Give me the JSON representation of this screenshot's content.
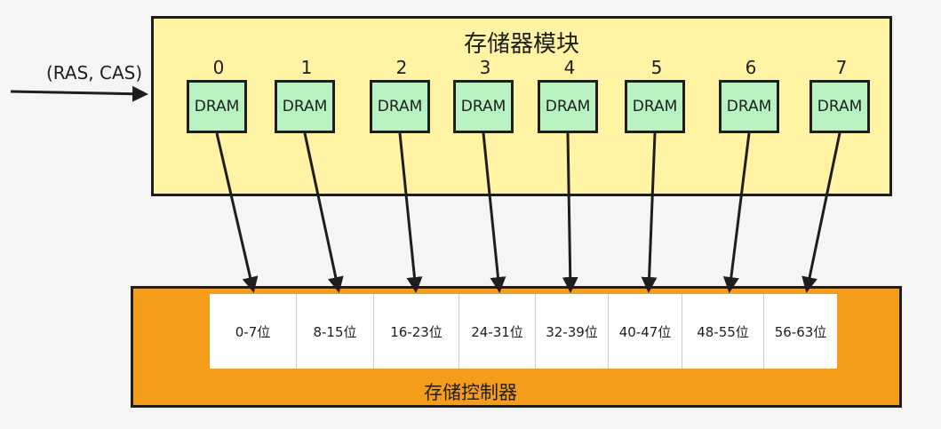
{
  "module": {
    "title": "存储器模块",
    "chips": [
      {
        "index": "0",
        "label": "DRAM"
      },
      {
        "index": "1",
        "label": "DRAM"
      },
      {
        "index": "2",
        "label": "DRAM"
      },
      {
        "index": "3",
        "label": "DRAM"
      },
      {
        "index": "4",
        "label": "DRAM"
      },
      {
        "index": "5",
        "label": "DRAM"
      },
      {
        "index": "6",
        "label": "DRAM"
      },
      {
        "index": "7",
        "label": "DRAM"
      }
    ]
  },
  "input_label": "(RAS, CAS)",
  "controller": {
    "label": "存储控制器",
    "bit_cells": [
      "0-7位",
      "8-15位",
      "16-23位",
      "24-31位",
      "32-39位",
      "40-47位",
      "48-55位",
      "56-63位"
    ]
  },
  "colors": {
    "module_fill": "#fef4a3",
    "chip_fill": "#b8f2c2",
    "controller_fill": "#f59d1a",
    "cell_fill": "#ffffff",
    "stroke": "#1e1e1e"
  }
}
